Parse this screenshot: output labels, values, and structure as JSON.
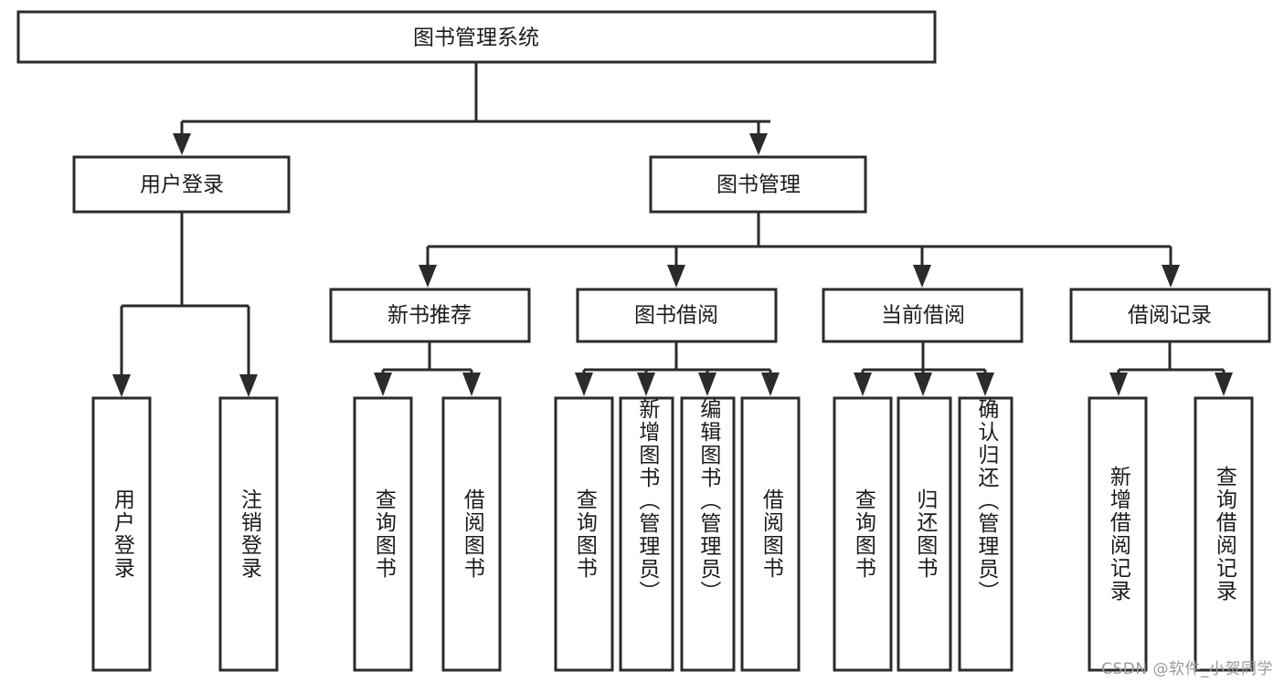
{
  "diagram": {
    "title": "图书管理系统",
    "watermark": "CSDN @软件_小贺同学",
    "root": {
      "label": "图书管理系统"
    },
    "level2": [
      {
        "label": "用户登录"
      },
      {
        "label": "图书管理"
      }
    ],
    "level3": [
      {
        "label": "新书推荐"
      },
      {
        "label": "图书借阅"
      },
      {
        "label": "当前借阅"
      },
      {
        "label": "借阅记录"
      }
    ],
    "leaves": {
      "user_login": [
        {
          "label": "用户登录"
        },
        {
          "label": "注销登录"
        }
      ],
      "new_book_recommend": [
        {
          "label": "查询图书"
        },
        {
          "label": "借阅图书"
        }
      ],
      "book_borrow": [
        {
          "label": "查询图书"
        },
        {
          "label": "新增图书（管理员）"
        },
        {
          "label": "编辑图书（管理员）"
        },
        {
          "label": "借阅图书"
        }
      ],
      "current_borrow": [
        {
          "label": "查询图书"
        },
        {
          "label": "归还图书"
        },
        {
          "label": "确认归还（管理员）"
        }
      ],
      "borrow_record": [
        {
          "label": "新增借阅记录"
        },
        {
          "label": "查询借阅记录"
        }
      ]
    },
    "colors": {
      "stroke": "#2b2b2b",
      "fill": "#ffffff",
      "text": "#1b1b1b",
      "watermark": "#9a9a9a"
    }
  }
}
